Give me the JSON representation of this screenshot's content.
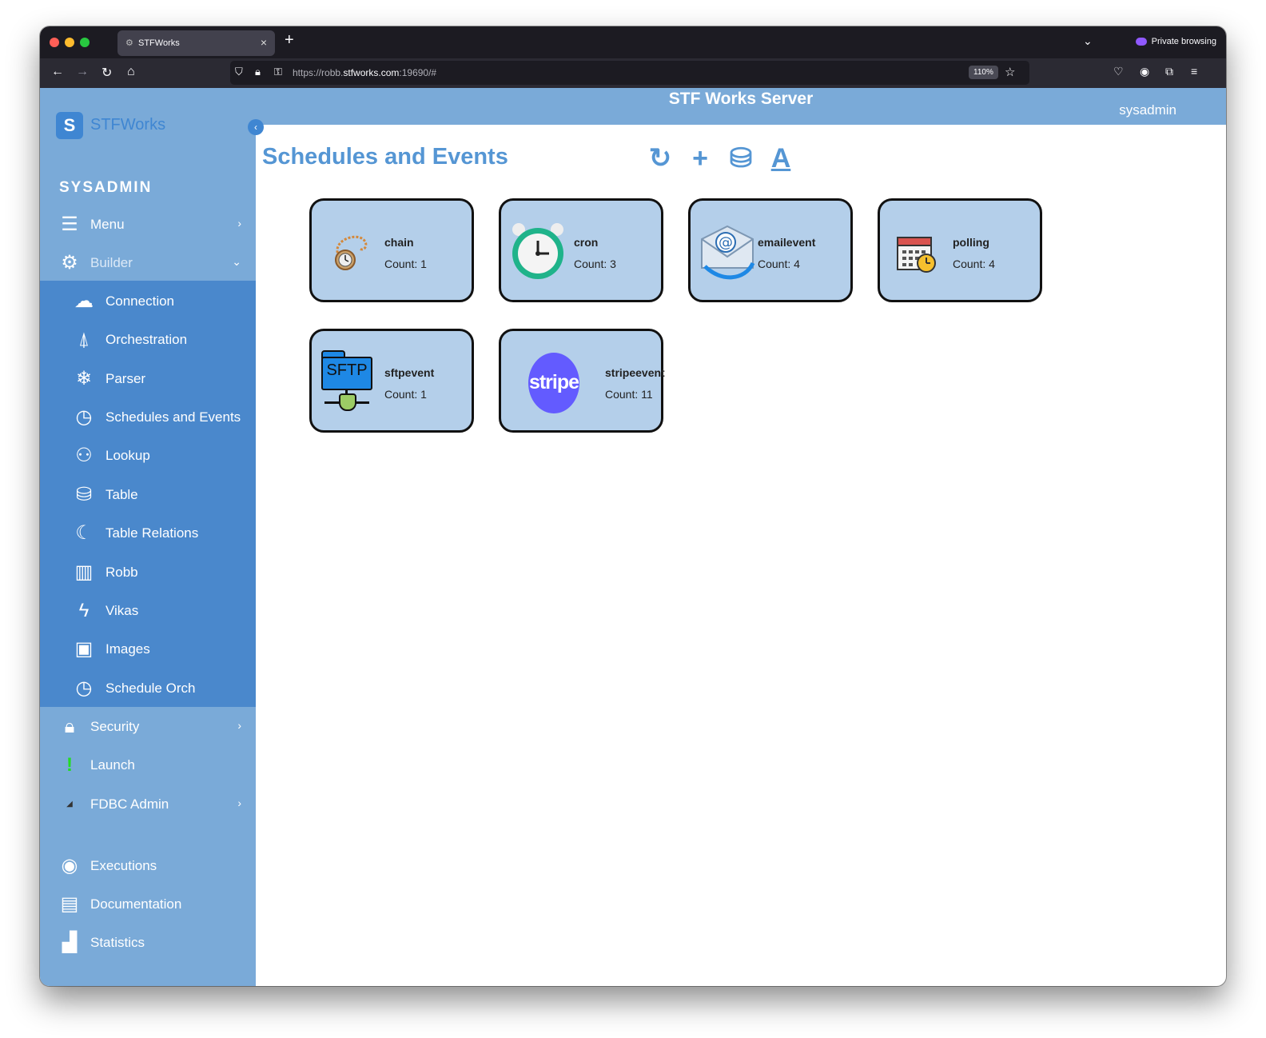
{
  "browser": {
    "tab_title": "STFWorks",
    "new_tab": "+",
    "private_label": "Private browsing",
    "url_prefix": "https://robb.",
    "url_domain": "stfworks.com",
    "url_suffix": ":19690/#",
    "zoom": "110%"
  },
  "sidebar": {
    "brand": "STFWorks",
    "logo_letter": "S",
    "section_title": "SYSADMIN",
    "top_items": [
      {
        "label": "Menu"
      },
      {
        "label": "Builder"
      }
    ],
    "builder_items": [
      {
        "label": "Connection"
      },
      {
        "label": "Orchestration"
      },
      {
        "label": "Parser"
      },
      {
        "label": "Schedules and Events"
      },
      {
        "label": "Lookup"
      },
      {
        "label": "Table"
      },
      {
        "label": "Table Relations"
      },
      {
        "label": "Robb"
      },
      {
        "label": "Vikas"
      },
      {
        "label": "Images"
      },
      {
        "label": "Schedule Orch"
      }
    ],
    "bottom_items": [
      {
        "label": "Security"
      },
      {
        "label": "Launch"
      },
      {
        "label": "FDBC Admin"
      },
      {
        "label": "Executions"
      },
      {
        "label": "Documentation"
      },
      {
        "label": "Statistics"
      }
    ]
  },
  "header": {
    "server_title": "STF Works Server",
    "user": "sysadmin"
  },
  "main": {
    "page_title": "Schedules and Events",
    "toolbar": [
      "refresh-icon",
      "add-icon",
      "database-icon",
      "orchestration-icon"
    ],
    "cards": [
      {
        "name": "chain",
        "count": "Count: 1"
      },
      {
        "name": "cron",
        "count": "Count: 3"
      },
      {
        "name": "emailevent",
        "count": "Count: 4"
      },
      {
        "name": "polling",
        "count": "Count: 4"
      },
      {
        "name": "sftpevent",
        "count": "Count: 1",
        "logo_text": "SFTP"
      },
      {
        "name": "stripeevent",
        "count": "Count: 11",
        "logo_text": "stripe"
      }
    ]
  },
  "colors": {
    "sidebar": "#7aaad8",
    "submenu": "#4a88cc",
    "accent": "#5596d4",
    "card": "#b4cfea",
    "stripe": "#635bff",
    "launch": "#22dd22"
  }
}
